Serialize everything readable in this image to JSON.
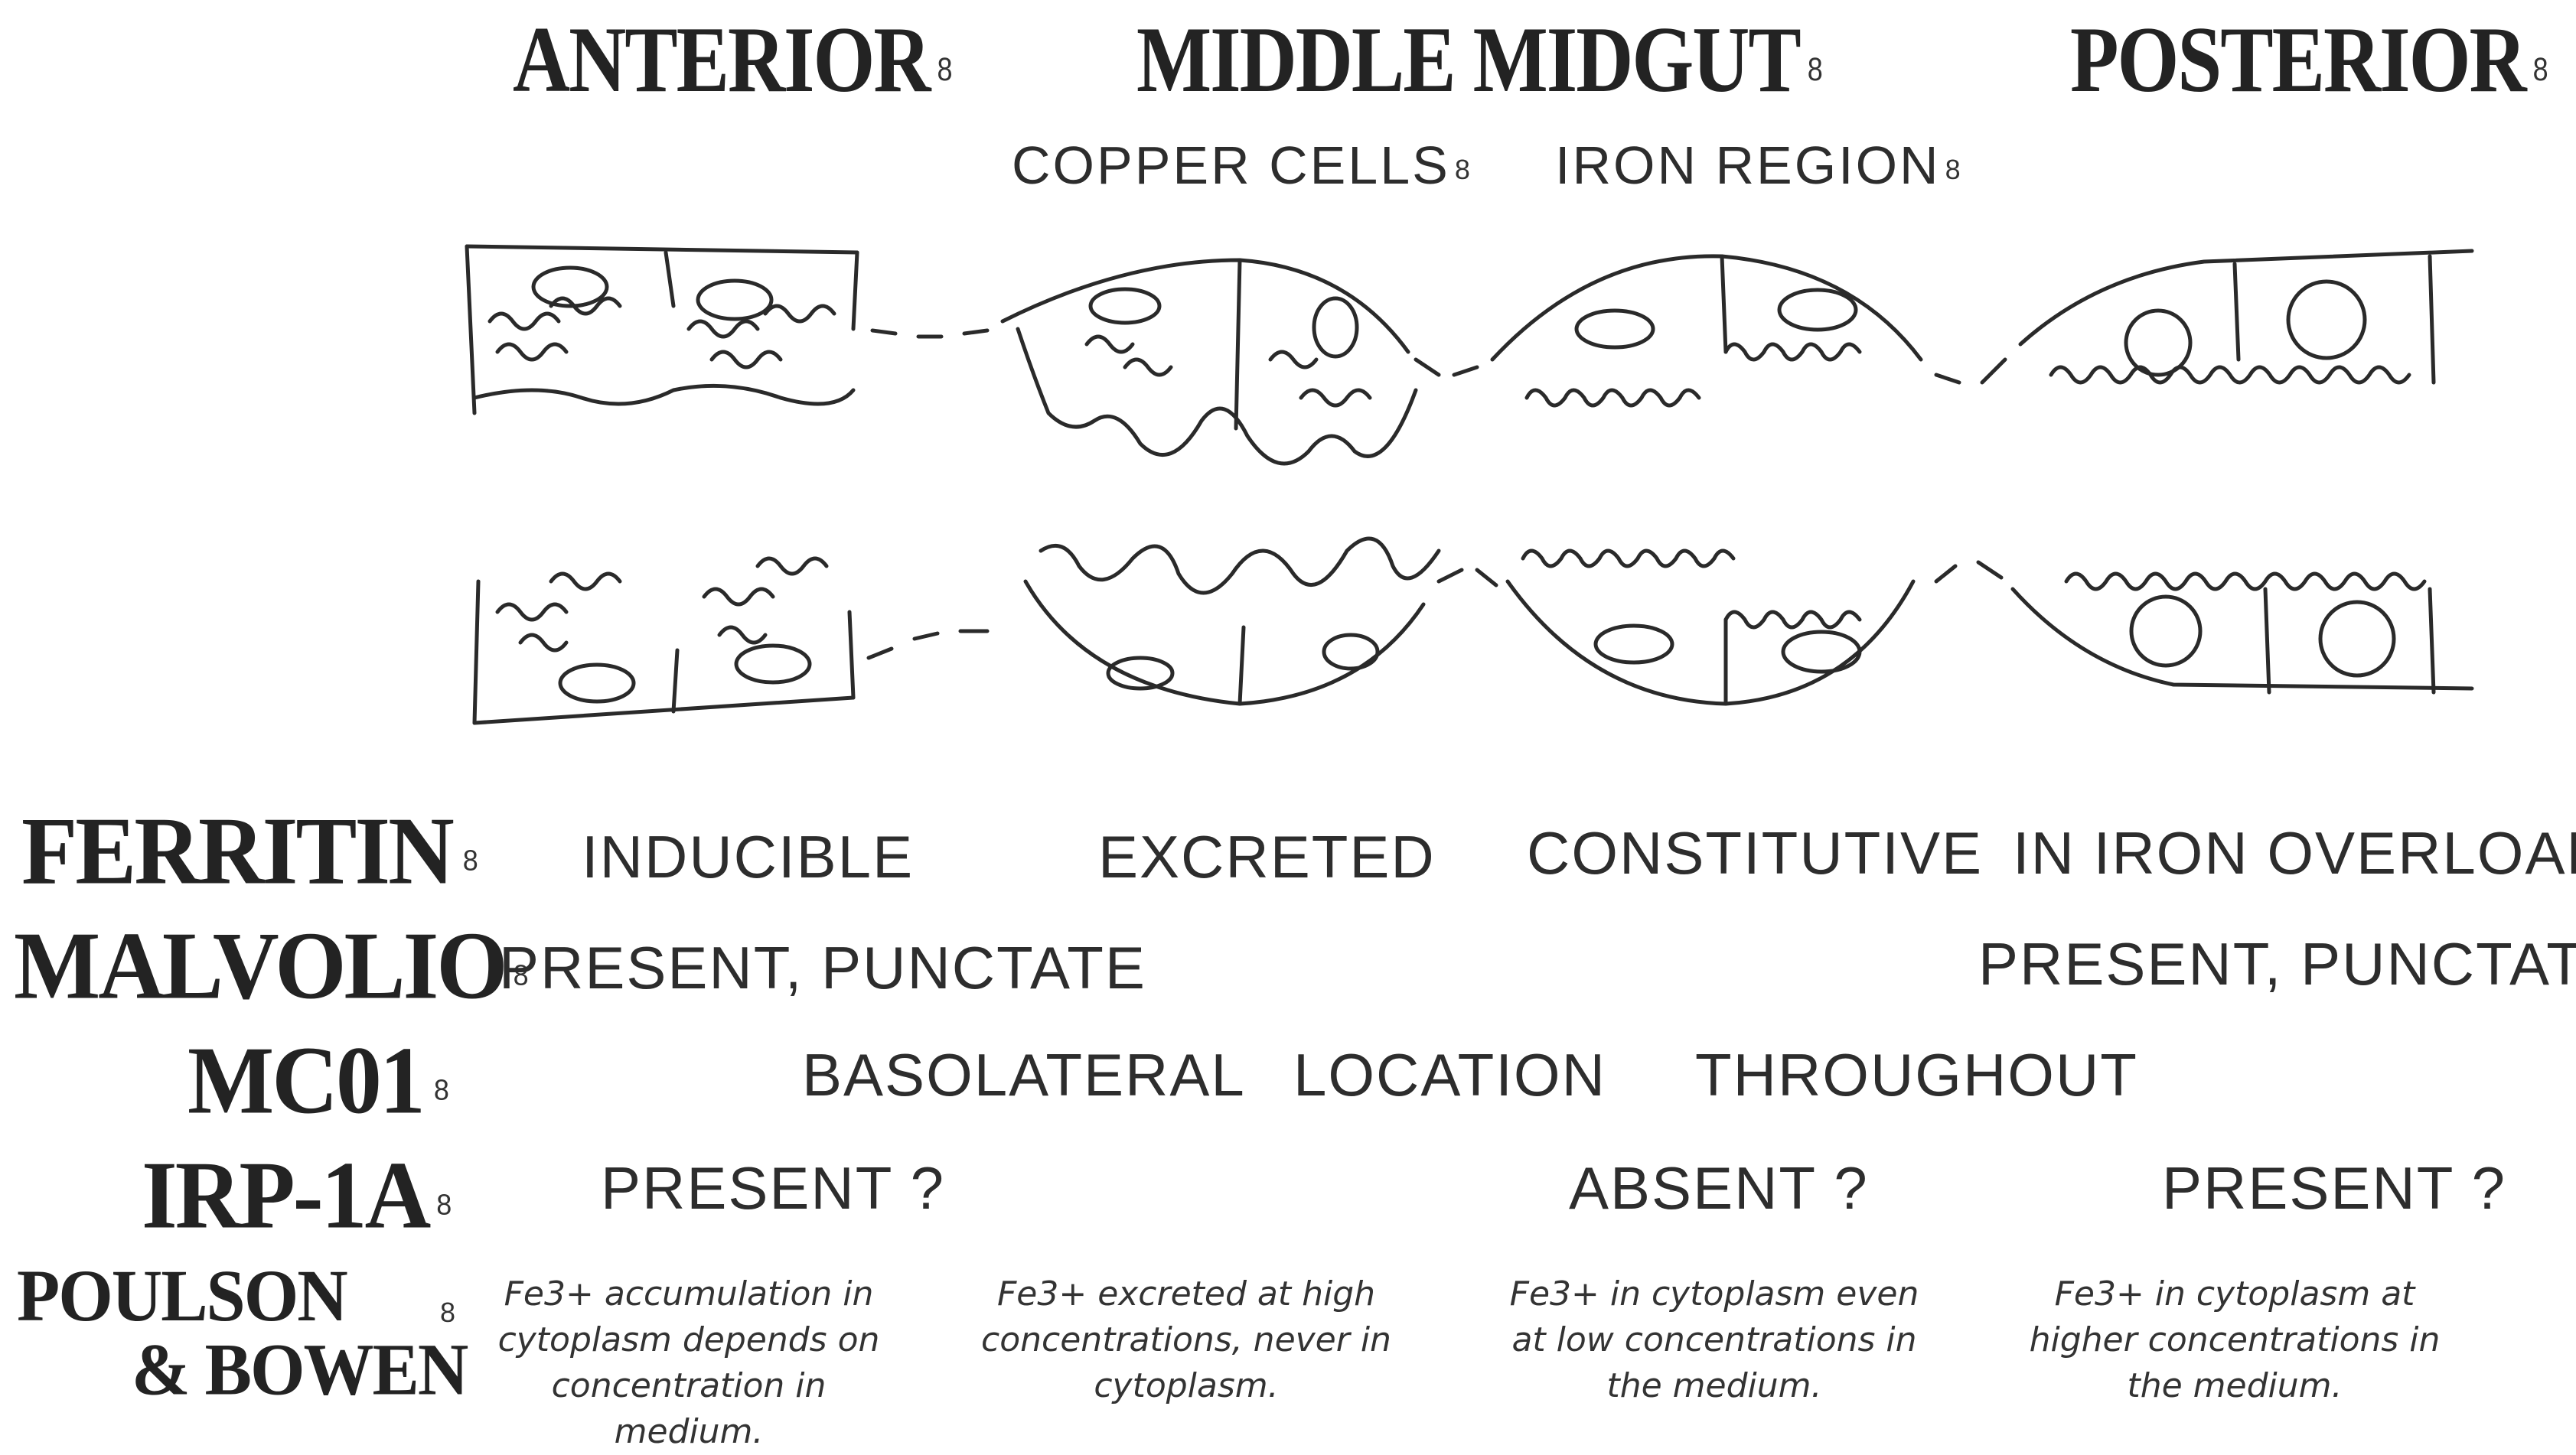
{
  "headings": {
    "anterior": "ANTERIOR",
    "middle": "MIDDLE MIDGUT",
    "posterior": "POSTERIOR",
    "colon": "8"
  },
  "subheadings": {
    "copper": "COPPER CELLS",
    "iron": "IRON REGION",
    "colon": "8"
  },
  "rows": {
    "ferritin": {
      "label": "FERRITIN",
      "anterior": "INDUCIBLE",
      "copper": "EXCRETED",
      "iron": "CONSTITUTIVE",
      "posterior": "IN IRON OVERLOAD"
    },
    "malvolio": {
      "label": "MALVOLIO",
      "anterior": "PRESENT, PUNCTATE",
      "posterior": "PRESENT, PUNCTATE"
    },
    "mco1": {
      "label": "MC01",
      "text1": "BASOLATERAL",
      "text2": "LOCATION",
      "text3": "THROUGHOUT"
    },
    "irp": {
      "label": "IRP-1A",
      "anterior": "PRESENT ?",
      "iron": "ABSENT ?",
      "posterior": "PRESENT ?"
    },
    "poulson": {
      "label_line1": "POULSON",
      "label_line2": "& BOWEN",
      "anterior": "Fe3+ accumulation in cytoplasm depends on concentration in medium.",
      "copper": "Fe3+ excreted at high concentrations, never in cytoplasm.",
      "iron": "Fe3+ in cytoplasm even at low concentrations in the medium.",
      "posterior": "Fe3+ in cytoplasm at higher concentrations in the medium."
    }
  }
}
